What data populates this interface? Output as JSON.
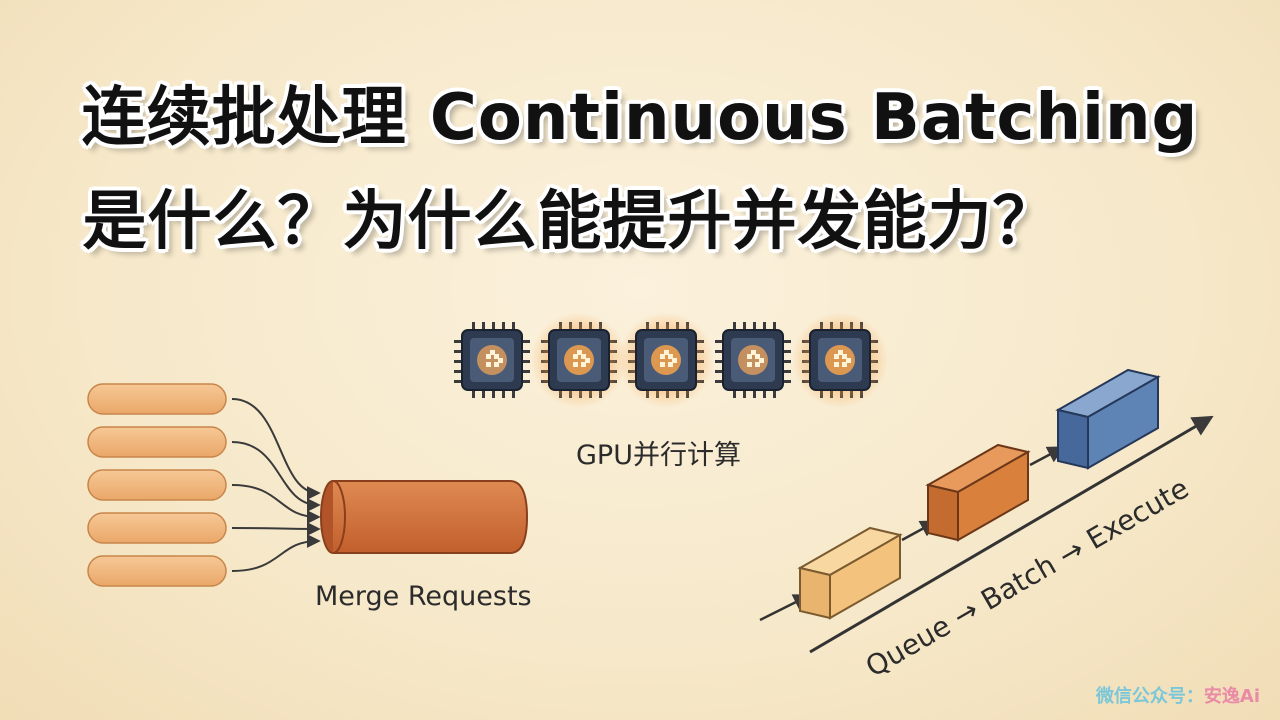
{
  "title": {
    "line1": "连续批处理 Continuous Batching",
    "line2": "是什么？为什么能提升并发能力？"
  },
  "gpu": {
    "label": "GPU并行计算",
    "chip_count": 5,
    "glowing_chips": [
      1,
      2,
      4
    ]
  },
  "merge": {
    "label": "Merge Requests",
    "request_count": 5
  },
  "pipeline": {
    "label": "Queue → Batch → Execute"
  },
  "watermark": {
    "prefix": "微信公众号：",
    "name": "安逸Ai"
  },
  "colors": {
    "background": "#f6e8c9",
    "request_bar": "#f0b37a",
    "merged_block": "#cf6c36",
    "queue_block": "#f3c27d",
    "batch_block": "#d9803d",
    "execute_block": "#5e84b5",
    "chip_body": "#2e3a4f",
    "chip_glow": "#f6a24a"
  }
}
